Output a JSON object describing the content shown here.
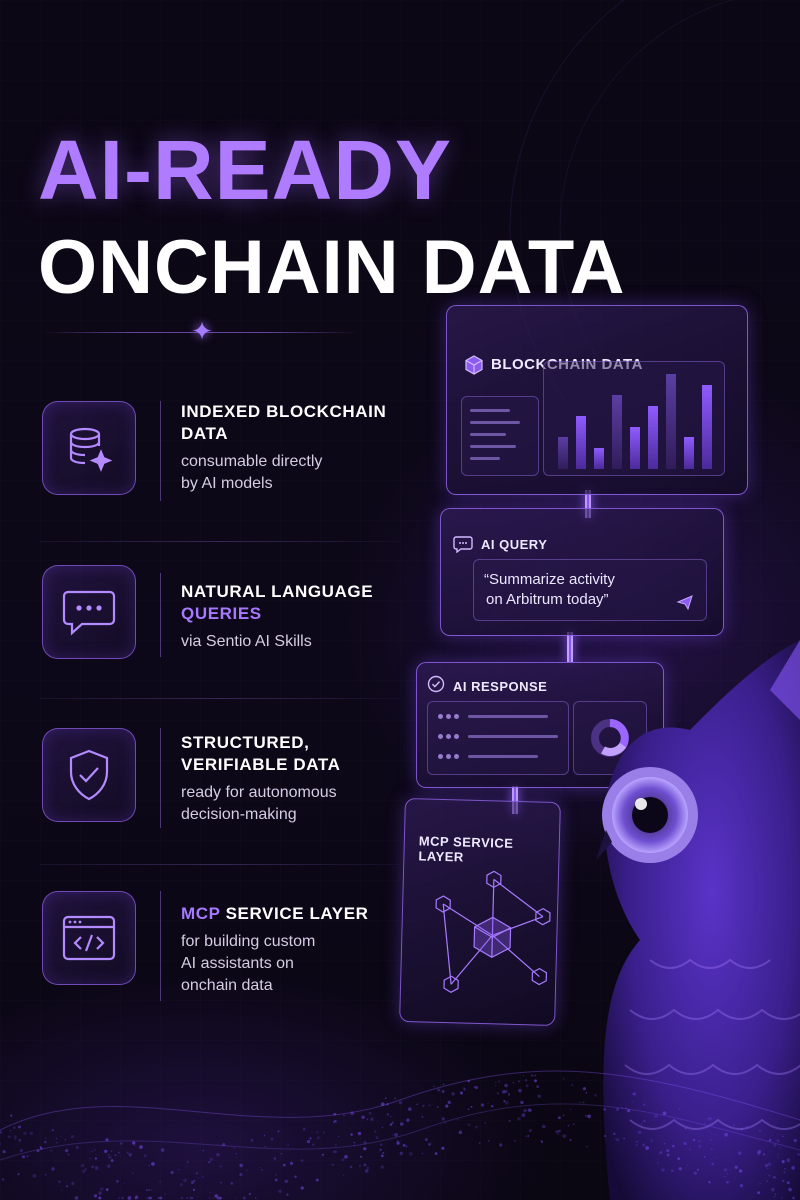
{
  "title": {
    "line1": "AI-READY",
    "line2": "ONCHAIN DATA"
  },
  "colors": {
    "accent": "#a779ff",
    "background": "#0a0612",
    "panel_border": "#a06eff"
  },
  "features": [
    {
      "icon": "database-sparkle-icon",
      "title": "INDEXED BLOCKCHAIN DATA",
      "desc_line1": "consumable directly",
      "desc_line2": "by AI models"
    },
    {
      "icon": "chat-bubble-icon",
      "title_line1": "NATURAL LANGUAGE",
      "title_line2": "QUERIES",
      "desc_line1": "via Sentio AI Skills"
    },
    {
      "icon": "shield-check-icon",
      "title_line1": "STRUCTURED,",
      "title_line2": "VERIFIABLE DATA",
      "desc_line1": "ready for autonomous",
      "desc_line2": "decision-making"
    },
    {
      "icon": "code-window-icon",
      "title_accent": "MCP",
      "title_rest": " SERVICE LAYER",
      "desc_line1": "for building custom",
      "desc_line2": "AI assistants on",
      "desc_line3": "onchain data"
    }
  ],
  "panels": {
    "blockchain": {
      "icon": "cube-icon",
      "title": "BLOCKCHAIN DATA"
    },
    "query": {
      "icon": "chat-bubble-icon",
      "title": "AI QUERY",
      "text_line1": "“Summarize activity",
      "text_line2": "on Arbitrum today”",
      "send_icon": "send-icon"
    },
    "response": {
      "icon": "check-circle-icon",
      "title": "AI RESPONSE"
    },
    "mcp": {
      "title": "MCP SERVICE LAYER",
      "icon": "cube-network-icon"
    }
  },
  "chart_data": {
    "type": "bar",
    "values": [
      3,
      5,
      2,
      7,
      4,
      6,
      9,
      3,
      8
    ]
  }
}
